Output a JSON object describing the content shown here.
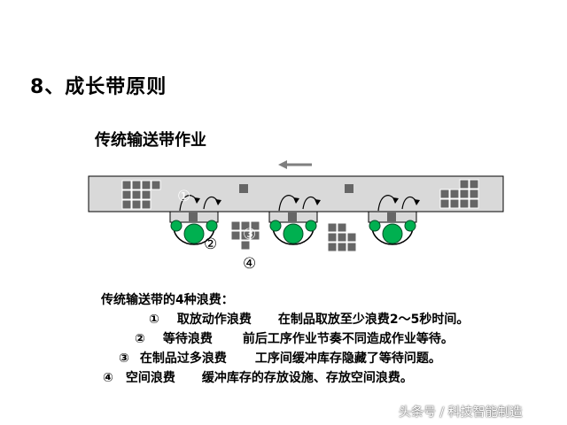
{
  "slide": {
    "title": "8、成长带原则",
    "subtitle": "传统输送带作业"
  },
  "diagram": {
    "circle_labels": [
      "①",
      "②",
      "③",
      "④"
    ],
    "colors": {
      "belt": "#d9d9d9",
      "wip_block": "#666666",
      "worker": "#00b050",
      "flow_arrow": "#7f7f7f"
    }
  },
  "wastes": {
    "heading": "传统输送带的4种浪费：",
    "items": [
      {
        "num": "①",
        "name": "取放动作浪费",
        "desc": "在制品取放至少浪费2～5秒时间。"
      },
      {
        "num": "②",
        "name": "等待浪费",
        "desc": "前后工序作业节奏不同造成作业等待。"
      },
      {
        "num": "③",
        "name": "在制品过多浪费",
        "desc": "工序间缓冲库存隐藏了等待问题。"
      },
      {
        "num": "④",
        "name": "空间浪费",
        "desc": "缓冲库存的存放设施、存放空间浪费。"
      }
    ]
  },
  "watermark": "头条号 / 科技智能制造"
}
